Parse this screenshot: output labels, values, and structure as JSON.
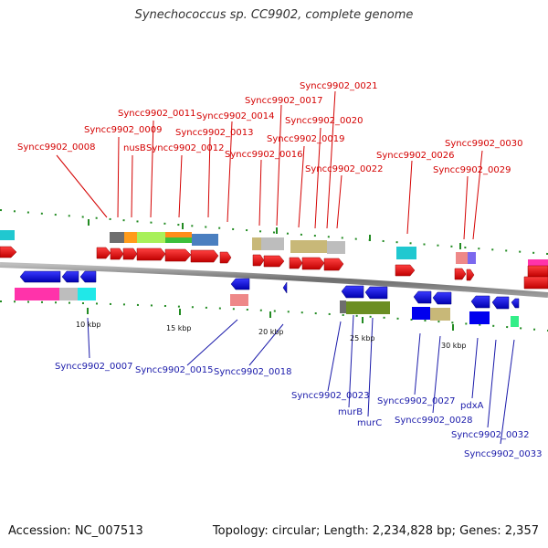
{
  "title": "Synechococcus sp. CC9902, complete genome",
  "footer": {
    "accession": "Accession: NC_007513",
    "topology": "Topology: circular; Length: 2,234,828 bp; Genes: 2,357"
  },
  "scale_labels": [
    "10 kbp",
    "15 kbp",
    "20 kbp",
    "25 kbp",
    "30 kbp"
  ],
  "forward_gene_labels": [
    "Syncc9902_0008",
    "Syncc9902_0009",
    "nusB",
    "Syncc9902_0011",
    "Syncc9902_0012",
    "Syncc9902_0013",
    "Syncc9902_0014",
    "Syncc9902_0016",
    "Syncc9902_0017",
    "Syncc9902_0019",
    "Syncc9902_0020",
    "Syncc9902_0021",
    "Syncc9902_0022",
    "Syncc9902_0026",
    "Syncc9902_0029",
    "Syncc9902_0030"
  ],
  "reverse_gene_labels": [
    "Syncc9902_0007",
    "Syncc9902_0015",
    "Syncc9902_0018",
    "Syncc9902_0023",
    "murB",
    "murC",
    "Syncc9902_0027",
    "Syncc9902_0028",
    "pdxA",
    "Syncc9902_0032",
    "Syncc9902_0033"
  ],
  "colors": {
    "forward_gene": "#e00000",
    "reverse_gene": "#0000ee",
    "forward_label": "#d40000",
    "reverse_label": "#1a1aaa",
    "backbone": "#888888",
    "tick": "#228b22"
  }
}
